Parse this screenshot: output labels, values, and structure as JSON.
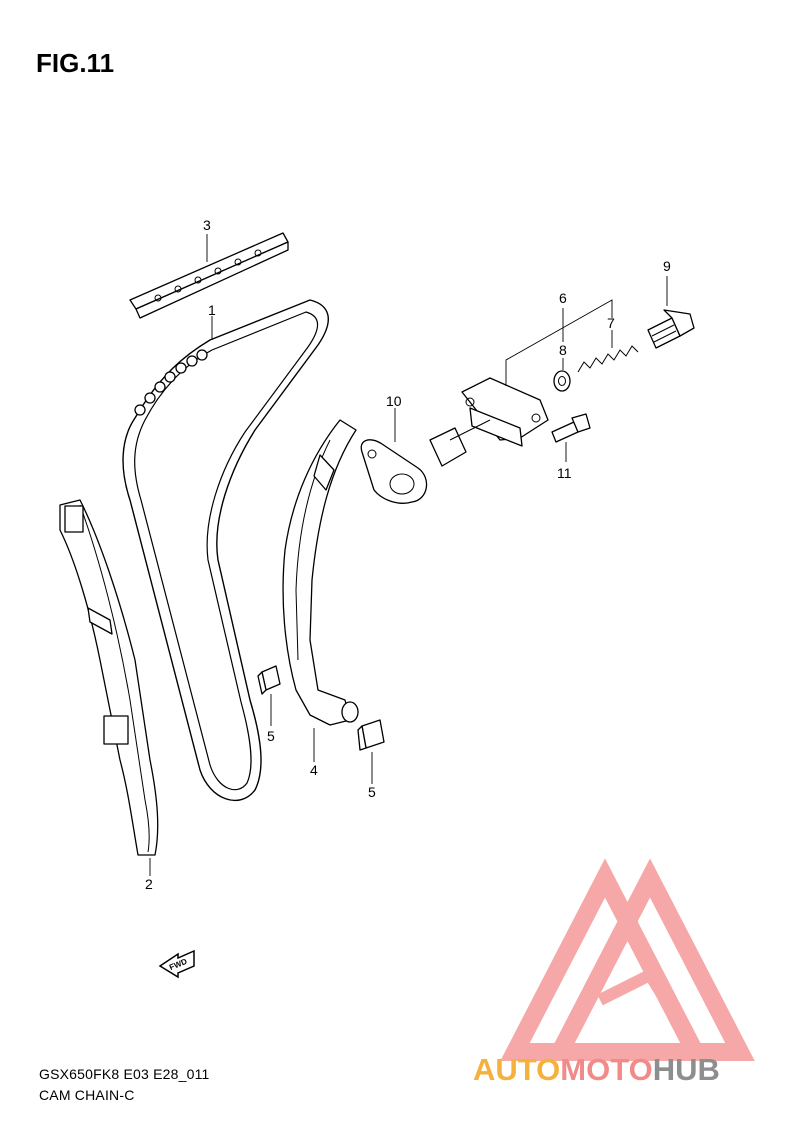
{
  "figure": {
    "title": "FIG.11"
  },
  "callouts": {
    "c1": "1",
    "c2": "2",
    "c3": "3",
    "c4": "4",
    "c5a": "5",
    "c5b": "5",
    "c6": "6",
    "c7": "7",
    "c8": "8",
    "c9": "9",
    "c10": "10",
    "c11": "11"
  },
  "fwd_label": "FWD",
  "footer": {
    "code": "GSX650FK8 E03 E28_011",
    "name": "CAM CHAIN-C"
  },
  "watermark": {
    "part1": "AUTO",
    "part2": "MOTO",
    "part3": "HUB",
    "colors": {
      "auto": "#f5b13a",
      "moto": "#f38a8a",
      "hub": "#8e8e8e",
      "logo": "#f59a9a"
    }
  }
}
